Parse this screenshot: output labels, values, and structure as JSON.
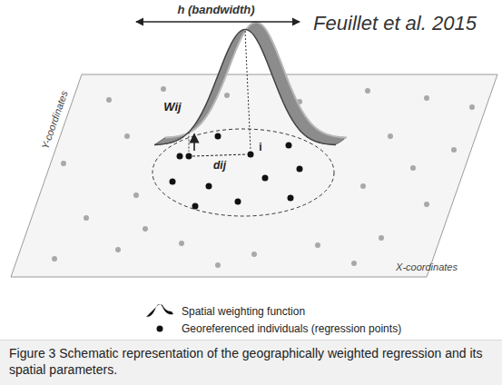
{
  "diagram": {
    "caption": "Figure 3 Schematic representation of the geographically weighted regression and its spatial parameters.",
    "labels": [
      "Feuillet et al. 2015",
      "h (bandwidth)",
      "Y-coordinates",
      "X-coordinates",
      "Wij",
      "dij",
      "i"
    ],
    "legend": [
      {
        "text": "Spatial weighting function"
      },
      {
        "text": "Georeferenced individuals (regression points)"
      }
    ]
  }
}
